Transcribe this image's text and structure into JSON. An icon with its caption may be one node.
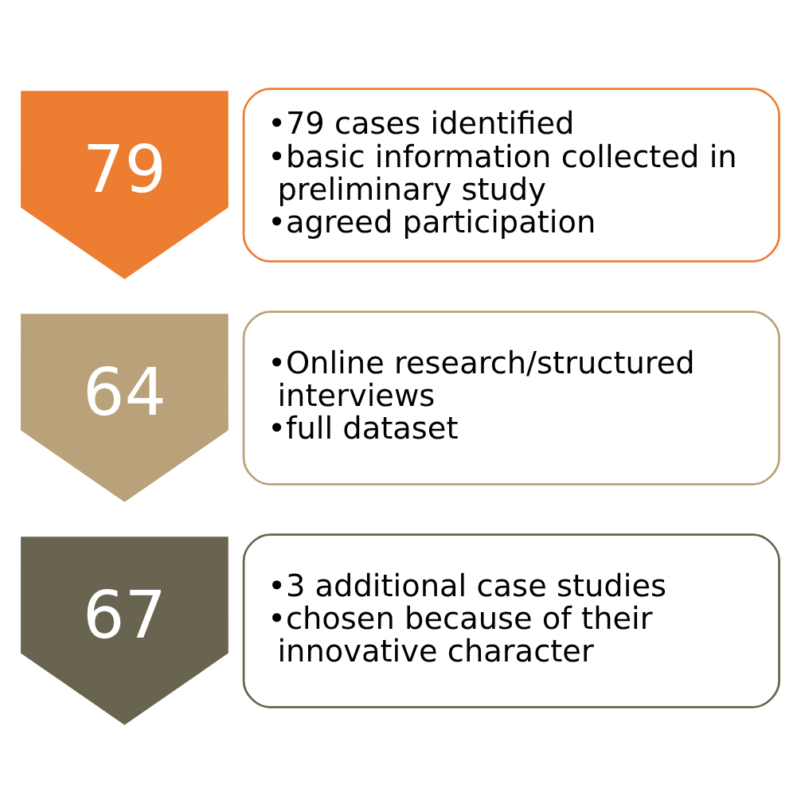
{
  "diagram": {
    "nodes": [
      {
        "text": [
          "79"
        ]
      },
      {
        "text": [
          "•79 cases identified",
          "•basic information collected in preliminary study",
          "•agreed participation"
        ]
      },
      {
        "text": [
          "64"
        ]
      },
      {
        "text": [
          "•Online research/structured interviews",
          "•full dataset"
        ]
      },
      {
        "text": [
          "67"
        ]
      },
      {
        "text": [
          "•3 additional case studies",
          "•chosen because of their innovative character"
        ]
      }
    ]
  }
}
